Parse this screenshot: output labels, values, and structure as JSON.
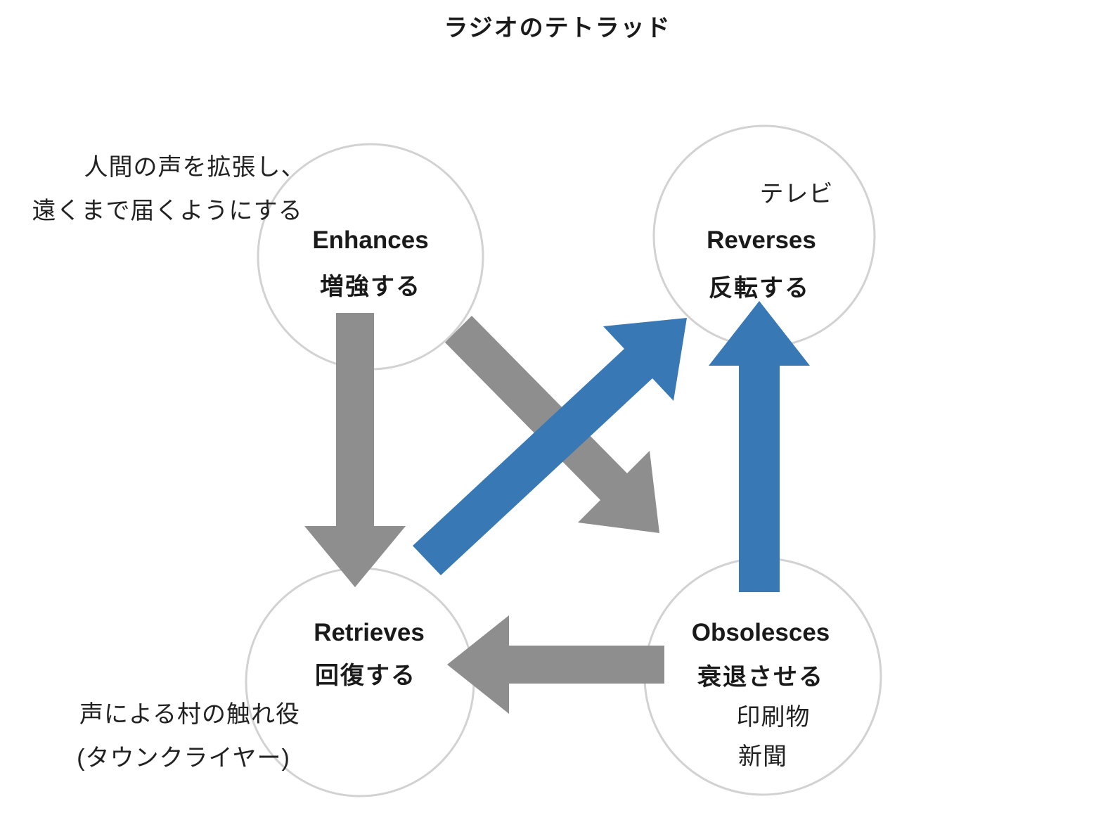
{
  "title": "ラジオのテトラッド",
  "colors": {
    "gray_arrow": "#8e8e8e",
    "blue_arrow": "#3878b4",
    "circle_stroke": "#d2d2d2",
    "text": "#1a1a1a"
  },
  "nodes": {
    "enhances": {
      "en": "Enhances",
      "ja": "増強する"
    },
    "reverses": {
      "en": "Reverses",
      "ja": "反転する",
      "example": "テレビ"
    },
    "retrieves": {
      "en": "Retrieves",
      "ja": "回復する"
    },
    "obsolesces": {
      "en": "Obsolesces",
      "ja": "衰退させる",
      "example1": "印刷物",
      "example2": "新聞"
    }
  },
  "annotations": {
    "enhances_line1": "人間の声を拡張し、",
    "enhances_line2": "遠くまで届くようにする",
    "retrieves_line1": "声による村の触れ役",
    "retrieves_line2": "(タウンクライヤー)"
  },
  "arrows": [
    {
      "name": "enhances-to-retrieves",
      "color": "gray"
    },
    {
      "name": "enhances-to-obsolesces",
      "color": "gray"
    },
    {
      "name": "obsolesces-to-retrieves",
      "color": "gray"
    },
    {
      "name": "retrieves-to-reverses",
      "color": "blue"
    },
    {
      "name": "obsolesces-to-reverses",
      "color": "blue"
    }
  ]
}
